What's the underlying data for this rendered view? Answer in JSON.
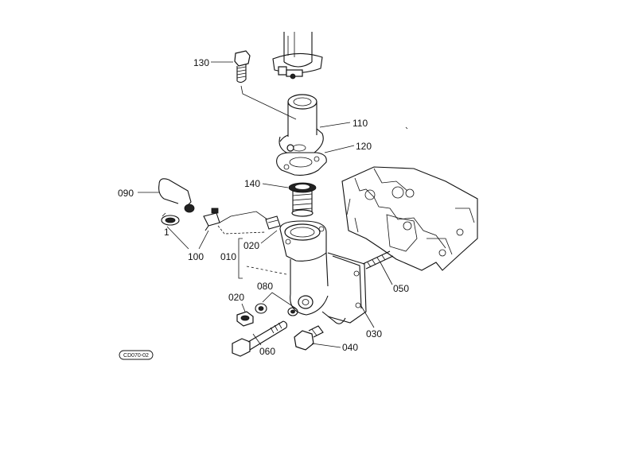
{
  "diagram": {
    "figure_code": "CD070-02",
    "callouts": {
      "c130": "130",
      "c110": "110",
      "c120": "120",
      "c140": "140",
      "c090": "090",
      "c1": "1",
      "c100": "100",
      "c020a": "020",
      "c010": "010",
      "c080": "080",
      "c020b": "020",
      "c050": "050",
      "c030": "030",
      "c060": "060",
      "c040": "040"
    }
  }
}
